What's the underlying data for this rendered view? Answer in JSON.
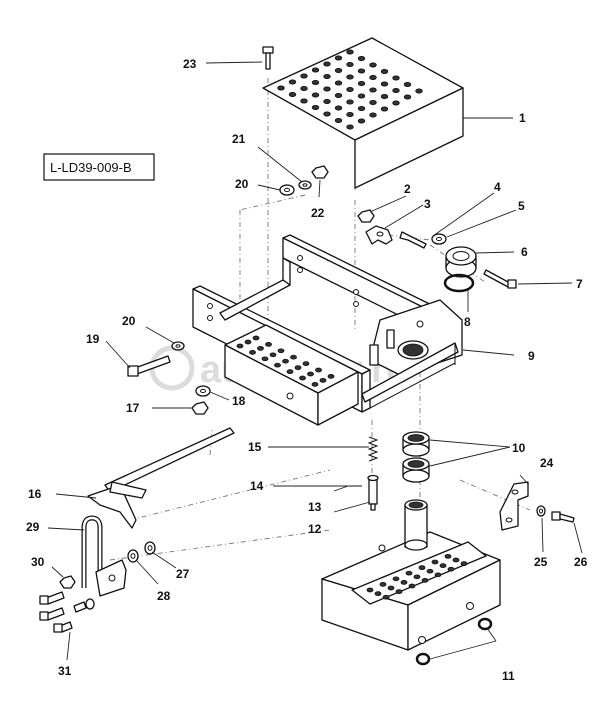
{
  "reference_code": "L-LD39-009-B",
  "watermark": "autopiter.ru",
  "callouts": {
    "c1": "1",
    "c2": "2",
    "c3": "3",
    "c4": "4",
    "c5": "5",
    "c6": "6",
    "c7": "7",
    "c8": "8",
    "c9": "9",
    "c10": "10",
    "c11": "11",
    "c12": "12",
    "c13": "13",
    "c14": "14",
    "c15": "15",
    "c16": "16",
    "c17": "17",
    "c18": "18",
    "c19": "19",
    "c20a": "20",
    "c20b": "20",
    "c21": "21",
    "c22": "22",
    "c23": "23",
    "c24": "24",
    "c25": "25",
    "c26": "26",
    "c27": "27",
    "c28": "28",
    "c29": "29",
    "c30": "30",
    "c31": "31"
  }
}
